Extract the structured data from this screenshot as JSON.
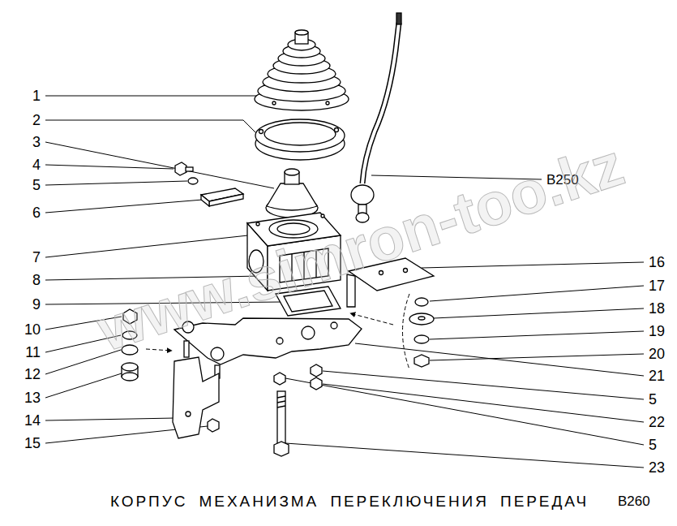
{
  "diagram": {
    "title": "КОРПУС МЕХАНИЗМА ПЕРЕКЛЮЧЕНИЯ ПЕРЕДАЧ",
    "labels": [
      "1",
      "2",
      "3",
      "4",
      "5",
      "6",
      "7",
      "8",
      "9",
      "10",
      "11",
      "12",
      "13",
      "14",
      "15",
      "16",
      "17",
      "18",
      "19",
      "20",
      "21",
      "5",
      "22",
      "5",
      "23",
      "B250",
      "B260",
      "www.simron-too.kz"
    ]
  }
}
